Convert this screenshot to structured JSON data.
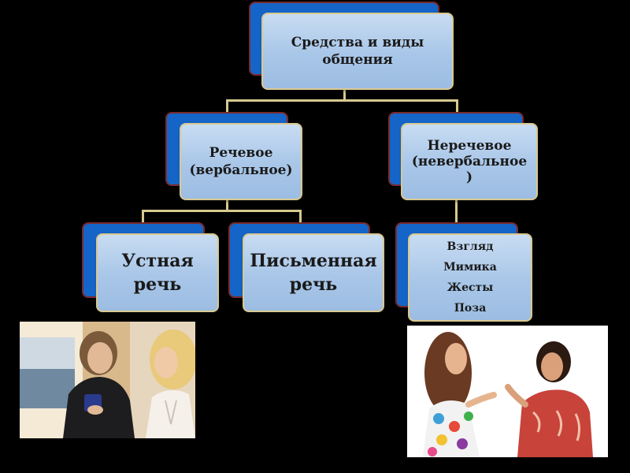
{
  "root": {
    "line1": "Средства и виды",
    "line2": "общения"
  },
  "verbal": {
    "line1": "Речевое",
    "line2": "(вербальное)"
  },
  "nonverbal": {
    "line1": "Неречевое",
    "line2": "(невербальное",
    "line3": ")"
  },
  "oral": {
    "line1": "Устная",
    "line2": "речь"
  },
  "written": {
    "line1": "Письменная",
    "line2": "речь"
  },
  "nonverbal_items": [
    "Взгляд",
    "Мимика",
    "Жесты",
    "Поза"
  ],
  "colors": {
    "background": "#000000",
    "box_back": "#1565c8",
    "box_front": "#a8c6e8",
    "connector": "#d7c98f"
  }
}
